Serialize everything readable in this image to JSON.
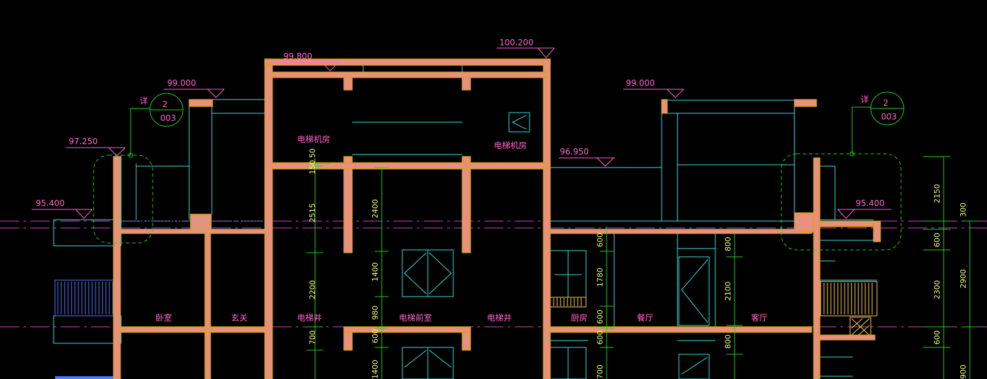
{
  "levels": [
    "99.800",
    "100.200",
    "99.000",
    "97.250",
    "95.400",
    "96.950",
    "99.000",
    "95.400"
  ],
  "details": [
    {
      "prefix": "详",
      "num": "2",
      "sheet": "003"
    },
    {
      "prefix": "详",
      "num": "2",
      "sheet": "003"
    }
  ],
  "rooms": [
    "电梯机房",
    "电梯机房",
    "卧室",
    "玄关",
    "电梯井",
    "电梯前室",
    "电梯井",
    "厨房",
    "餐厅",
    "客厅"
  ],
  "dims": [
    "150",
    "50",
    "2515",
    "2200",
    "700",
    "2400",
    "1400",
    "980",
    "600",
    "1400",
    "600",
    "1780",
    "600",
    "600",
    "700",
    "800",
    "2100",
    "800",
    "2150",
    "300",
    "600",
    "2300",
    "2900",
    "600",
    "900"
  ],
  "colors": {
    "background": "#000000",
    "wall": "#e8907d",
    "wall_edge": "#d7a600",
    "outline": "#39e0e0",
    "dimension": "#1fd11f",
    "axis": "#cc44cc",
    "text": "#ff66cc"
  }
}
